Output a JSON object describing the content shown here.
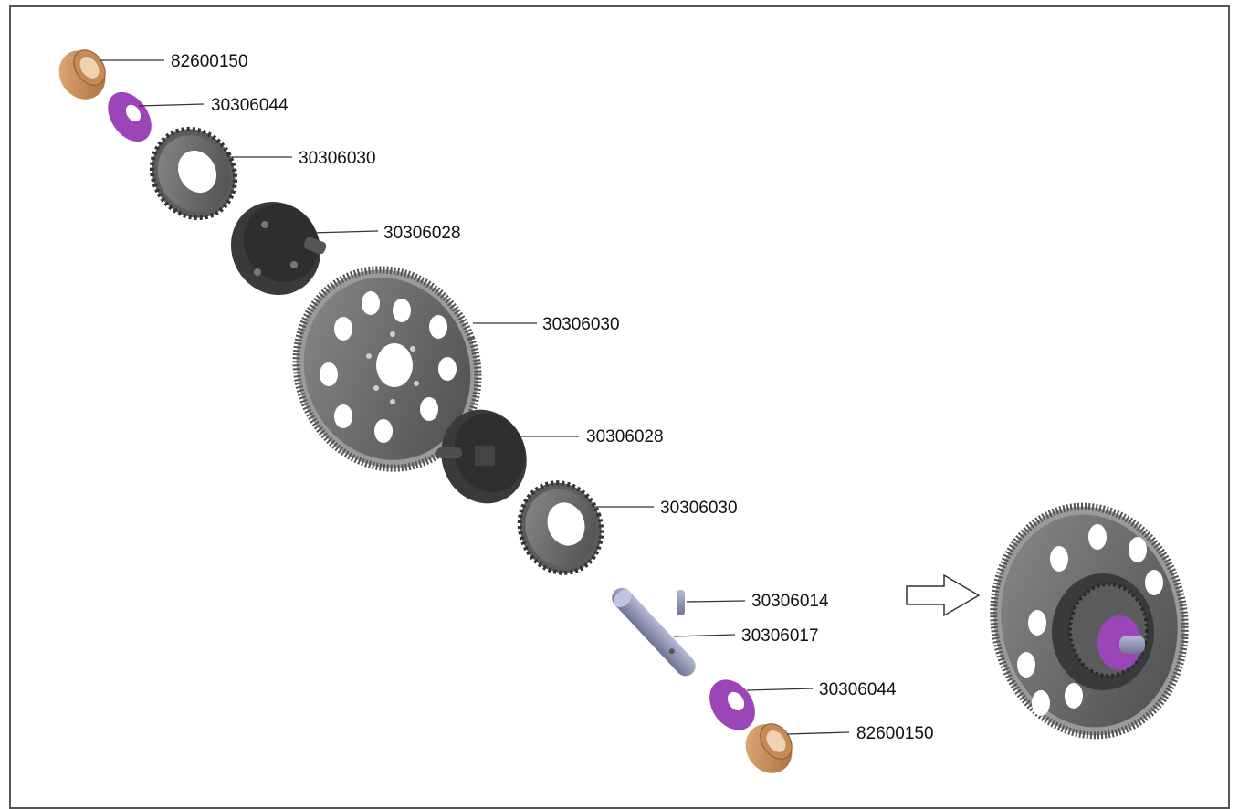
{
  "parts": [
    {
      "id": "bushing-top",
      "number": "82600150"
    },
    {
      "id": "washer-top",
      "number": "30306044"
    },
    {
      "id": "small-gear-top",
      "number": "30306030"
    },
    {
      "id": "hub-top",
      "number": "30306028"
    },
    {
      "id": "spur-gear",
      "number": "30306030"
    },
    {
      "id": "hub-bottom",
      "number": "30306028"
    },
    {
      "id": "small-gear-bottom",
      "number": "30306030"
    },
    {
      "id": "pin",
      "number": "30306014"
    },
    {
      "id": "shaft",
      "number": "30306017"
    },
    {
      "id": "washer-bottom",
      "number": "30306044"
    },
    {
      "id": "bushing-bottom",
      "number": "82600150"
    }
  ],
  "colors": {
    "bronze": "#c98a55",
    "purple": "#9b45b8",
    "gear-gray": "#6b6b6b",
    "hub-dark": "#3a3a3a",
    "shaft-blue": "#8f95b8"
  }
}
